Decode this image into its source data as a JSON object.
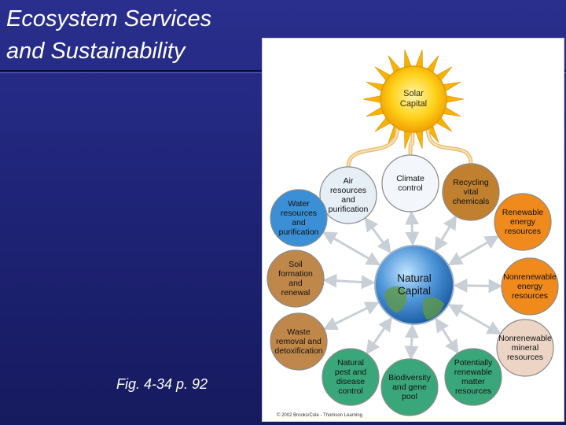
{
  "slide": {
    "title_line1": "Ecosystem Services",
    "title_line2": "and Sustainability",
    "caption": "Fig. 4-34 p. 92"
  },
  "diagram": {
    "sun": {
      "line1": "Solar",
      "line2": "Capital",
      "color": "#ffd21a"
    },
    "center": {
      "line1": "Natural",
      "line2": "Capital"
    },
    "nodes": [
      {
        "id": "air",
        "lines": [
          "Air",
          "resources",
          "and",
          "purification"
        ],
        "color": "#e6eef6"
      },
      {
        "id": "climate",
        "lines": [
          "Climate",
          "control"
        ],
        "color": "#f3f6fa"
      },
      {
        "id": "recycling",
        "lines": [
          "Recycling",
          "vital",
          "chemicals"
        ],
        "color": "#c0802f"
      },
      {
        "id": "renewable-energy",
        "lines": [
          "Renewable",
          "energy",
          "resources"
        ],
        "color": "#f08a1c"
      },
      {
        "id": "nonrenewable-energy",
        "lines": [
          "Nonrenewable",
          "energy",
          "resources"
        ],
        "color": "#f08a1c"
      },
      {
        "id": "nonrenewable-mineral",
        "lines": [
          "Nonrenewable",
          "mineral",
          "resources"
        ],
        "color": "#ecd5c4"
      },
      {
        "id": "potentially-renewable",
        "lines": [
          "Potentially",
          "renewable",
          "matter",
          "resources"
        ],
        "color": "#3aa77a"
      },
      {
        "id": "biodiversity",
        "lines": [
          "Biodiversity",
          "and gene",
          "pool"
        ],
        "color": "#3aa77a"
      },
      {
        "id": "pest",
        "lines": [
          "Natural",
          "pest and",
          "disease",
          "control"
        ],
        "color": "#3aa77a"
      },
      {
        "id": "waste",
        "lines": [
          "Waste",
          "removal and",
          "detoxification"
        ],
        "color": "#c0874a"
      },
      {
        "id": "soil",
        "lines": [
          "Soil",
          "formation",
          "and",
          "renewal"
        ],
        "color": "#c0874a"
      },
      {
        "id": "water",
        "lines": [
          "Water",
          "resources",
          "and",
          "purification"
        ],
        "color": "#3b8fd6"
      }
    ],
    "copyright": "© 2002 Brooks/Cole - Thomson Learning"
  }
}
